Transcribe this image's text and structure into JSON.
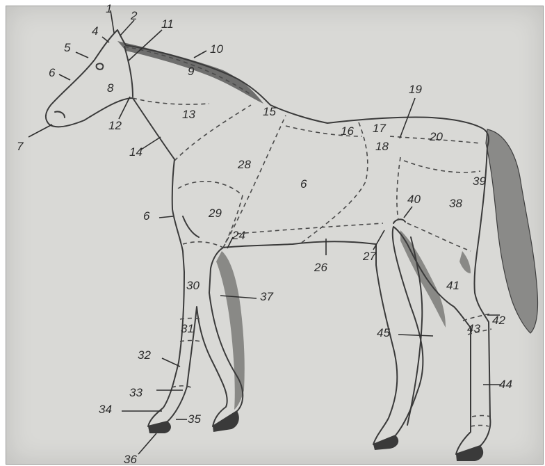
{
  "figure": {
    "colors": {
      "paper": "#d9d9d6",
      "ink": "#3a3a3a",
      "shading": "#6d6d6b"
    },
    "labels": [
      {
        "key": "l1",
        "text": "1"
      },
      {
        "key": "l2",
        "text": "2"
      },
      {
        "key": "l4",
        "text": "4"
      },
      {
        "key": "l5",
        "text": "5"
      },
      {
        "key": "l6a",
        "text": "6"
      },
      {
        "key": "l6b",
        "text": "6"
      },
      {
        "key": "l6c",
        "text": "6"
      },
      {
        "key": "l7",
        "text": "7"
      },
      {
        "key": "l8",
        "text": "8"
      },
      {
        "key": "l9",
        "text": "9"
      },
      {
        "key": "l10",
        "text": "10"
      },
      {
        "key": "l11",
        "text": "11"
      },
      {
        "key": "l12",
        "text": "12"
      },
      {
        "key": "l13",
        "text": "13"
      },
      {
        "key": "l14",
        "text": "14"
      },
      {
        "key": "l15",
        "text": "15"
      },
      {
        "key": "l16",
        "text": "16"
      },
      {
        "key": "l17",
        "text": "17"
      },
      {
        "key": "l18",
        "text": "18"
      },
      {
        "key": "l19",
        "text": "19"
      },
      {
        "key": "l20",
        "text": "20"
      },
      {
        "key": "l24",
        "text": "24"
      },
      {
        "key": "l26",
        "text": "26"
      },
      {
        "key": "l27",
        "text": "27"
      },
      {
        "key": "l28",
        "text": "28"
      },
      {
        "key": "l29",
        "text": "29"
      },
      {
        "key": "l30",
        "text": "30"
      },
      {
        "key": "l31",
        "text": "31"
      },
      {
        "key": "l32",
        "text": "32"
      },
      {
        "key": "l33",
        "text": "33"
      },
      {
        "key": "l34",
        "text": "34"
      },
      {
        "key": "l35",
        "text": "35"
      },
      {
        "key": "l36",
        "text": "36"
      },
      {
        "key": "l37",
        "text": "37"
      },
      {
        "key": "l38",
        "text": "38"
      },
      {
        "key": "l39",
        "text": "39"
      },
      {
        "key": "l40",
        "text": "40"
      },
      {
        "key": "l41",
        "text": "41"
      },
      {
        "key": "l42",
        "text": "42"
      },
      {
        "key": "l43",
        "text": "43"
      },
      {
        "key": "l44",
        "text": "44"
      },
      {
        "key": "l45",
        "text": "45"
      }
    ]
  }
}
